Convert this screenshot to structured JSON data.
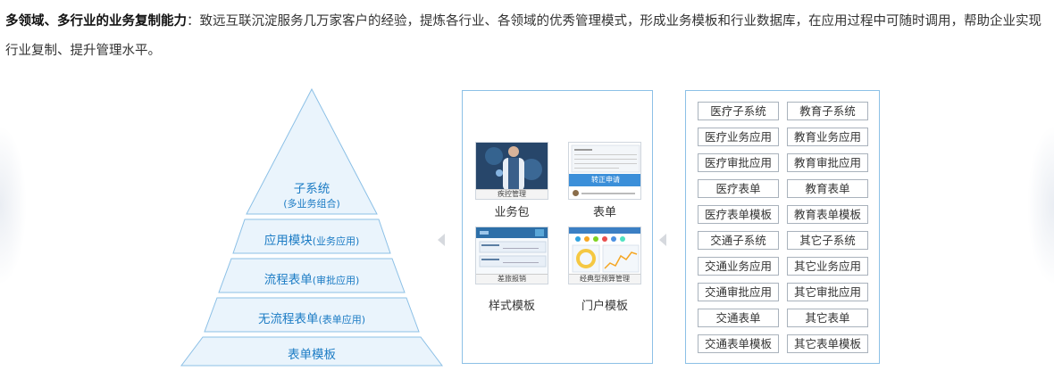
{
  "intro": {
    "bold": "多领域、多行业的业务复制能力",
    "text": "：致远互联沉淀服务几万家客户的经验，提炼各行业、各领域的优秀管理模式，形成业务模板和行业数据库，在应用过程中可随时调用，帮助企业实现行业复制、提升管理水平。"
  },
  "pyramid": {
    "top_main": "子系统",
    "top_sub": "(多业务组合)",
    "levels": [
      {
        "main": "应用模块",
        "sub": "(业务应用)"
      },
      {
        "main": "流程表单",
        "sub": "(审批应用)"
      },
      {
        "main": "无流程表单",
        "sub": "(表单应用)"
      },
      {
        "main": "表单模板",
        "sub": ""
      }
    ],
    "colors": {
      "fill": "#eaf4fc",
      "stroke": "#8cc0e6",
      "text": "#1b7bc4"
    }
  },
  "middle": {
    "items": [
      {
        "caption": "疾控管理",
        "label": "业务包"
      },
      {
        "caption": "转正申请",
        "label": "表单"
      },
      {
        "caption": "差旅报销",
        "label": "样式模板"
      },
      {
        "caption": "经典型预算管理",
        "label": "门户模板"
      }
    ]
  },
  "right": {
    "left_col": [
      "医疗子系统",
      "医疗业务应用",
      "医疗审批应用",
      "医疗表单",
      "医疗表单模板",
      "交通子系统",
      "交通业务应用",
      "交通审批应用",
      "交通表单",
      "交通表单模板"
    ],
    "right_col": [
      "教育子系统",
      "教育业务应用",
      "教育审批应用",
      "教育表单",
      "教育表单模板",
      "其它子系统",
      "其它业务应用",
      "其它审批应用",
      "其它表单",
      "其它表单模板"
    ]
  }
}
